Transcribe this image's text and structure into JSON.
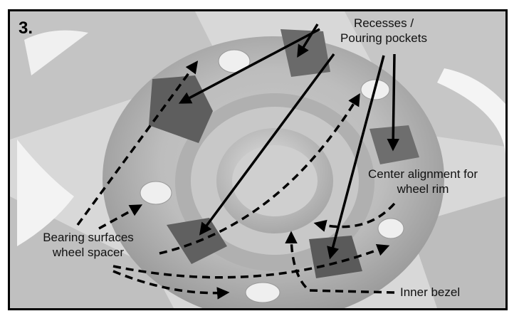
{
  "step_number": "3.",
  "labels": {
    "recesses_line1": "Recesses /",
    "recesses_line2": "Pouring pockets",
    "center_line1": "Center alignment for",
    "center_line2": "wheel rim",
    "bearing_line1": "Bearing surfaces",
    "bearing_line2": "wheel spacer",
    "inner_bezel": "Inner bezel"
  },
  "colors": {
    "frame": "#000000",
    "arrow": "#000000",
    "photo_base": "#d6d6d6"
  }
}
